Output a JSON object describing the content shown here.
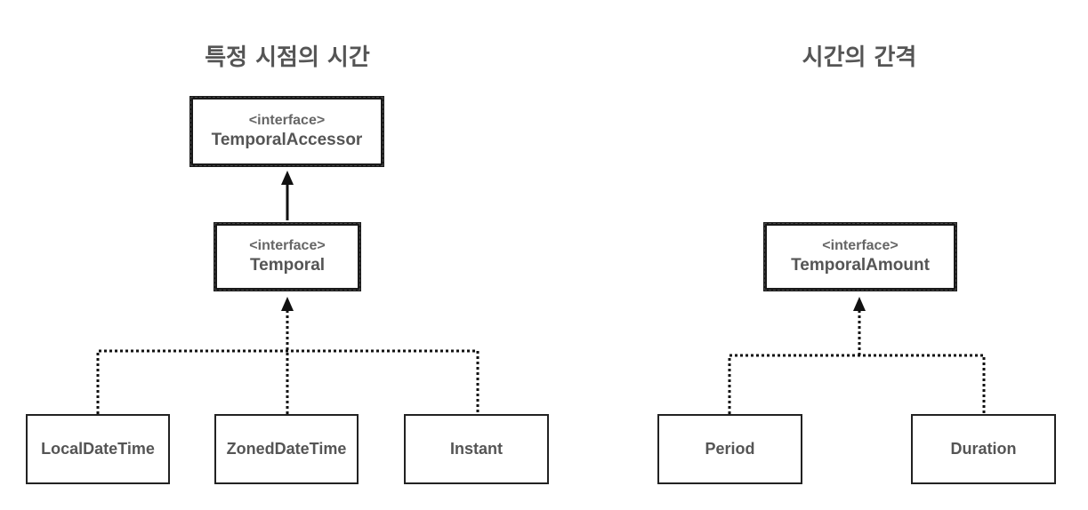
{
  "headings": {
    "left": "특정 시점의 시간",
    "right": "시간의 간격"
  },
  "interfaces": {
    "temporal_accessor": {
      "stereotype": "<interface>",
      "name": "TemporalAccessor"
    },
    "temporal": {
      "stereotype": "<interface>",
      "name": "Temporal"
    },
    "temporal_amount": {
      "stereotype": "<interface>",
      "name": "TemporalAmount"
    }
  },
  "classes": {
    "local_date_time": "LocalDateTime",
    "zoned_date_time": "ZonedDateTime",
    "instant": "Instant",
    "period": "Period",
    "duration": "Duration"
  },
  "colors": {
    "line": "#111111",
    "text": "#555555"
  }
}
